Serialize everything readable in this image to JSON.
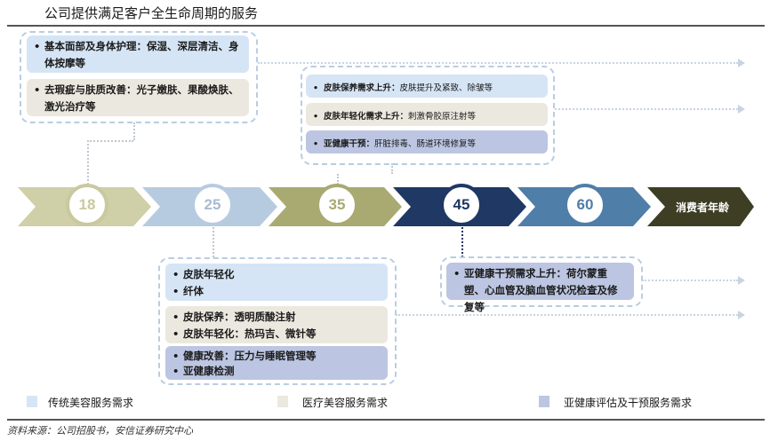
{
  "title": "公司提供满足客户全生命周期的服务",
  "box_18": {
    "rows": [
      {
        "text": "基本面部及身体护理：保湿、深层清洁、身体按摩等",
        "type": "traditional"
      },
      {
        "text": "去瑕疵与肤质改善：光子嫩肤、果酸焕肤、激光治疗等",
        "type": "medical"
      }
    ]
  },
  "box_35": {
    "rows": [
      {
        "head": "皮肤保养需求上升：",
        "tail": "皮肤提升及紧致、除皱等",
        "type": "traditional"
      },
      {
        "head": "皮肤年轻化需求上升：",
        "tail": "刺激骨胶原注射等",
        "type": "medical"
      },
      {
        "head": "亚健康干预：",
        "tail": "肝脏排毒、肠道环境修复等",
        "type": "subhealth"
      }
    ]
  },
  "box_25": {
    "rows": [
      {
        "items": [
          "皮肤年轻化",
          "纤体"
        ],
        "type": "traditional"
      },
      {
        "items": [
          "皮肤保养：透明质酸注射",
          "皮肤年轻化：热玛吉、微针等"
        ],
        "type": "medical"
      },
      {
        "items": [
          "健康改善：压力与睡眠管理等",
          "亚健康检测"
        ],
        "type": "subhealth"
      }
    ]
  },
  "box_45": {
    "rows": [
      {
        "text": "亚健康干预需求上升：荷尔蒙重塑、心血管及脑血管状况检查及修复等",
        "type": "subhealth"
      }
    ]
  },
  "timeline": {
    "ages": [
      "18",
      "25",
      "35",
      "45",
      "60"
    ],
    "end_label": "消费者年龄"
  },
  "legend": [
    {
      "label": "传统美容服务需求",
      "color": "#d6e5f5"
    },
    {
      "label": "医疗美容服务需求",
      "color": "#ebe9df"
    },
    {
      "label": "亚健康评估及干预服务需求",
      "color": "#bcc6e2"
    }
  ],
  "source": "资料来源：公司招股书，安信证券研究中心"
}
